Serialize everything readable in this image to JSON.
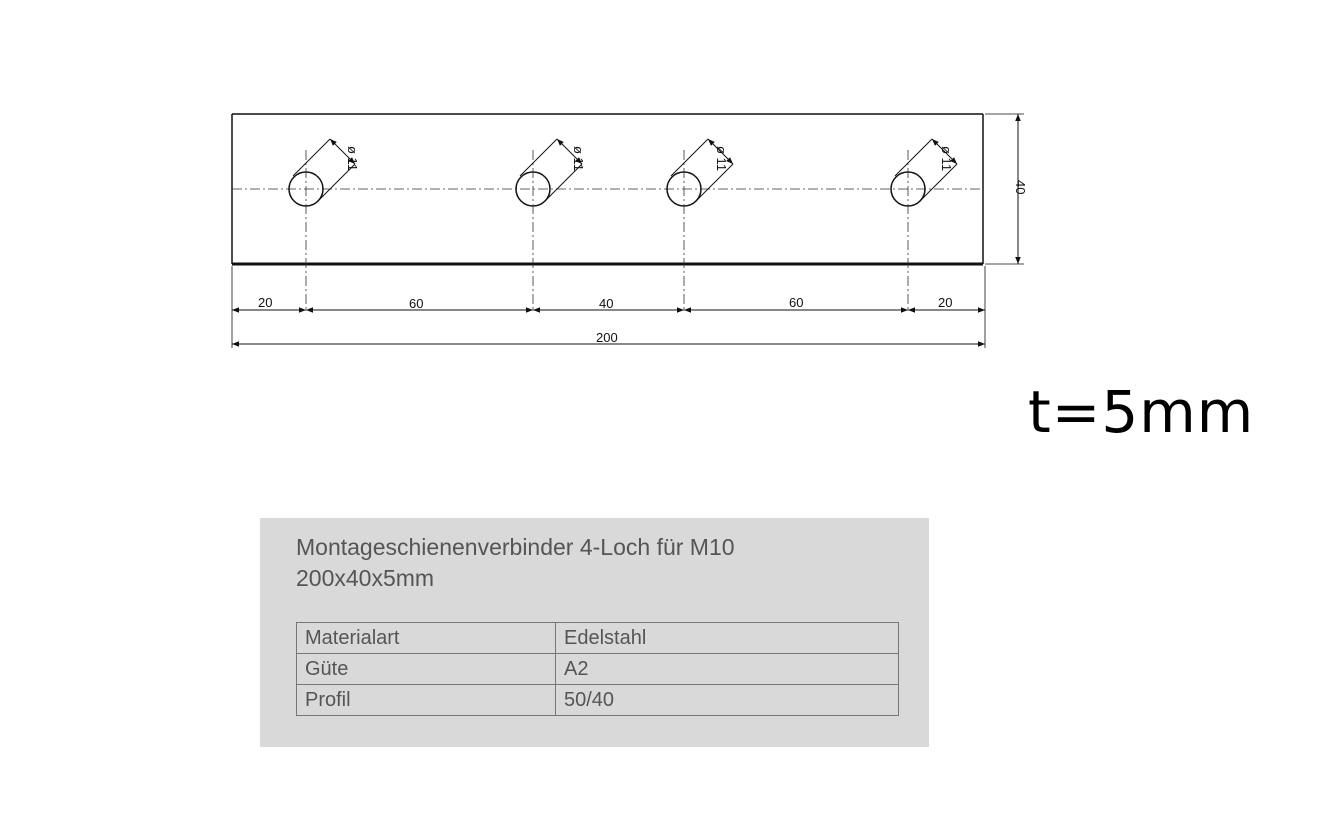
{
  "drawing": {
    "hole_diameter_label": "ø 11",
    "height_label": "40",
    "spacing_labels": [
      "20",
      "60",
      "40",
      "60",
      "20"
    ],
    "total_length_label": "200"
  },
  "thickness_label": "t=5mm",
  "product": {
    "title_line1": "Montageschienenverbinder 4-Loch für M10",
    "title_line2": "200x40x5mm",
    "specs": [
      {
        "key": "Materialart",
        "value": "Edelstahl"
      },
      {
        "key": "Güte",
        "value": "A2"
      },
      {
        "key": "Profil",
        "value": "50/40"
      }
    ]
  }
}
